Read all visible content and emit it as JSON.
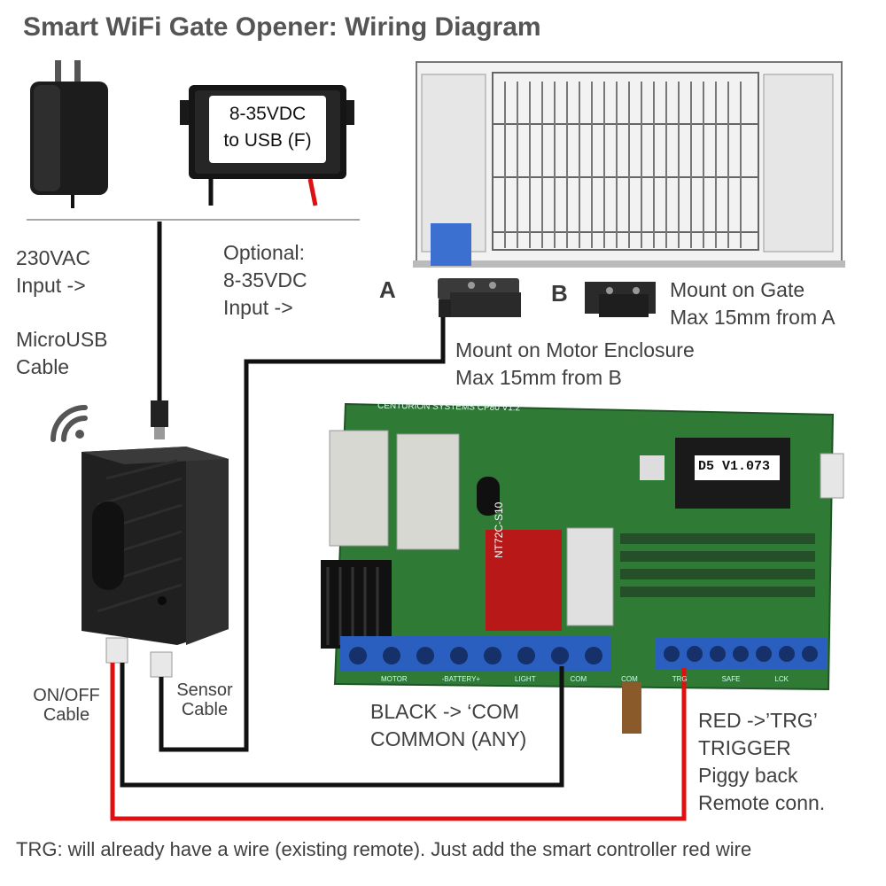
{
  "title": "Smart WiFi Gate Opener: Wiring Diagram",
  "adapter_text": [
    "8-35VDC",
    "to USB (F)"
  ],
  "input_230": [
    "230VAC",
    "Input ->"
  ],
  "microusb": [
    "MicroUSB",
    "Cable"
  ],
  "optional_input": [
    "Optional:",
    "8-35VDC",
    "Input ->"
  ],
  "sensor_a_label": "A",
  "sensor_b_label": "B",
  "mount_gate": [
    "Mount on Gate",
    "Max 15mm from A"
  ],
  "mount_motor": [
    "Mount on Motor Enclosure",
    "Max 15mm from B"
  ],
  "onoff_cable": [
    "ON/OFF",
    "Cable"
  ],
  "sensor_cable": [
    "Sensor",
    "Cable"
  ],
  "black_com": [
    "BLACK -> ‘COM",
    "COMMON (ANY)"
  ],
  "red_trg": [
    "RED ->’TRG’",
    "TRIGGER",
    "Piggy back",
    "Remote conn."
  ],
  "footer_note": "TRG: will already have a wire (existing remote). Just add the smart controller red wire",
  "board_chip_label": "D5 V1.073",
  "board_name": "CENTURION SYSTEMS CP80 V1.2",
  "relay_label": "NT72C-S10",
  "terminal_labels": [
    "MOTOR",
    "-BATTERY+",
    "LIGHT",
    "COM",
    "COM",
    "TRG",
    "SAFE",
    "LCK"
  ],
  "colors": {
    "wire_black": "#111111",
    "wire_red": "#e01010",
    "pcb_green": "#2f7a35",
    "terminal_blue": "#2a5fbf",
    "sensor_blue": "#3b6fd0"
  }
}
